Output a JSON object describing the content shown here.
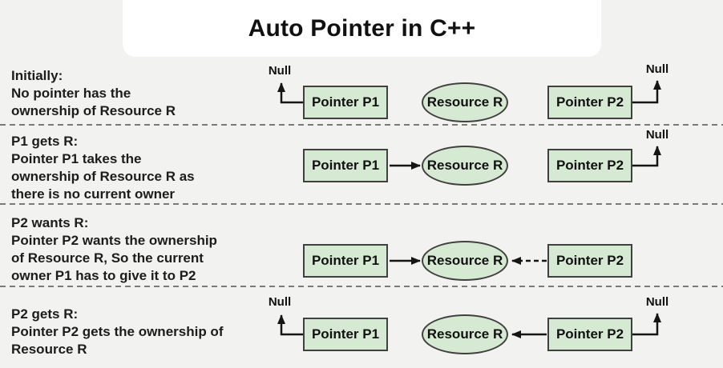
{
  "title": "Auto Pointer in C++",
  "shapes": {
    "pointer_p1": "Pointer P1",
    "pointer_p2": "Pointer P2",
    "resource": "Resource R",
    "null_label": "Null"
  },
  "rows": [
    {
      "heading": "Initially:",
      "body": "No pointer has the\nownership of Resource R"
    },
    {
      "heading": "P1 gets R:",
      "body": "Pointer P1 takes the\nownership of Resource R as\nthere is no current owner"
    },
    {
      "heading": "P2 wants R:",
      "body": "Pointer P2 wants the ownership\nof Resource R, So the current\nowner P1 has to give it to P2"
    },
    {
      "heading": "P2 gets R:",
      "body": "Pointer P2 gets the ownership of\nResource R"
    }
  ],
  "colors": {
    "background": "#f2f2f0",
    "card": "#ffffff",
    "node_fill": "#d6e9d2",
    "node_border": "#404040",
    "arrow": "#151515",
    "divider": "#7a7a7a",
    "text": "#1c1c1c"
  }
}
